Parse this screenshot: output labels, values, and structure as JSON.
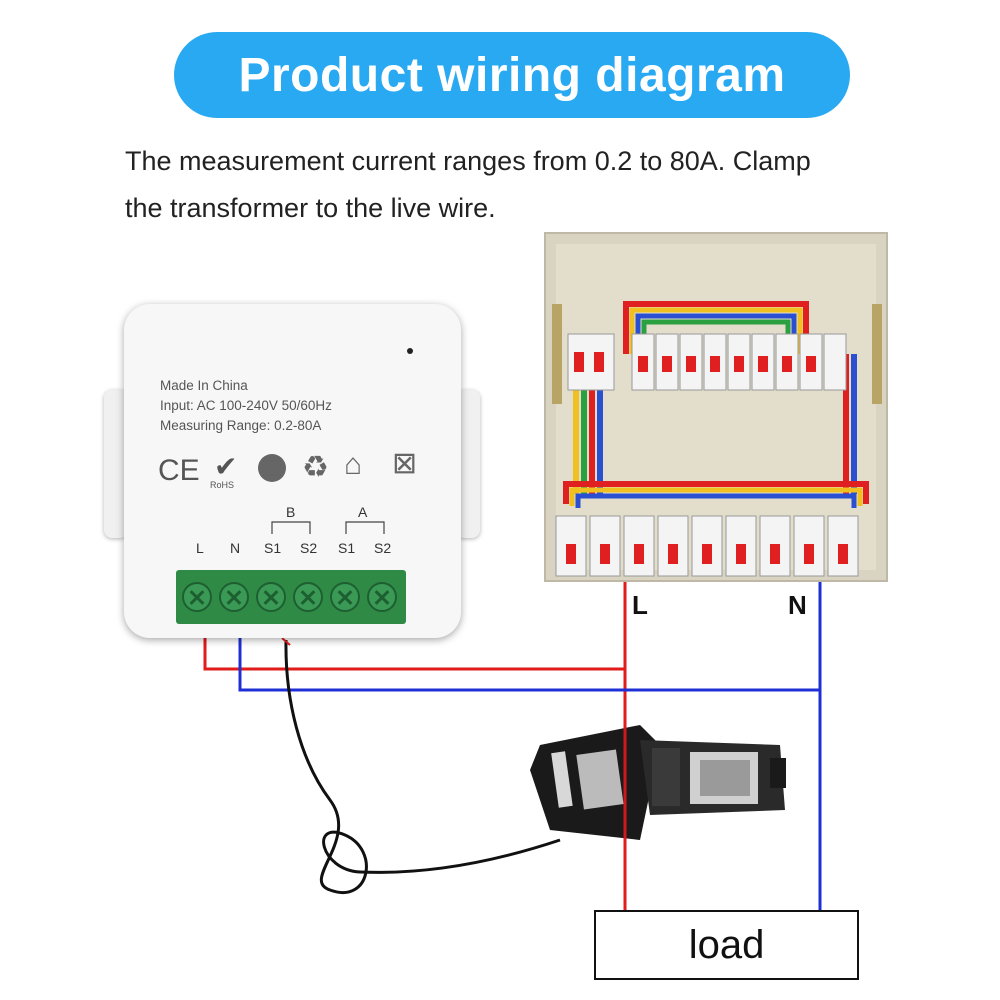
{
  "title": "Product wiring diagram",
  "description": {
    "line1": "The measurement current ranges from 0.2 to 80A. Clamp",
    "line2": "the transformer to the live wire."
  },
  "device": {
    "label_line1": "Made In China",
    "label_line2": "Input: AC 100-240V 50/60Hz",
    "label_line3": "Measuring Range: 0.2-80A",
    "rohs": "RoHS",
    "group_b": "B",
    "group_a": "A",
    "terminals": [
      "L",
      "N",
      "S1",
      "S2",
      "S1",
      "S2"
    ]
  },
  "panel_labels": {
    "live": "L",
    "neutral": "N"
  },
  "load_label": "load",
  "colors": {
    "title_bg": "#29a9f1",
    "live_wire": "#e21b1b",
    "neutral_wire": "#1f2fd6",
    "terminal_block": "#2f8a46"
  }
}
